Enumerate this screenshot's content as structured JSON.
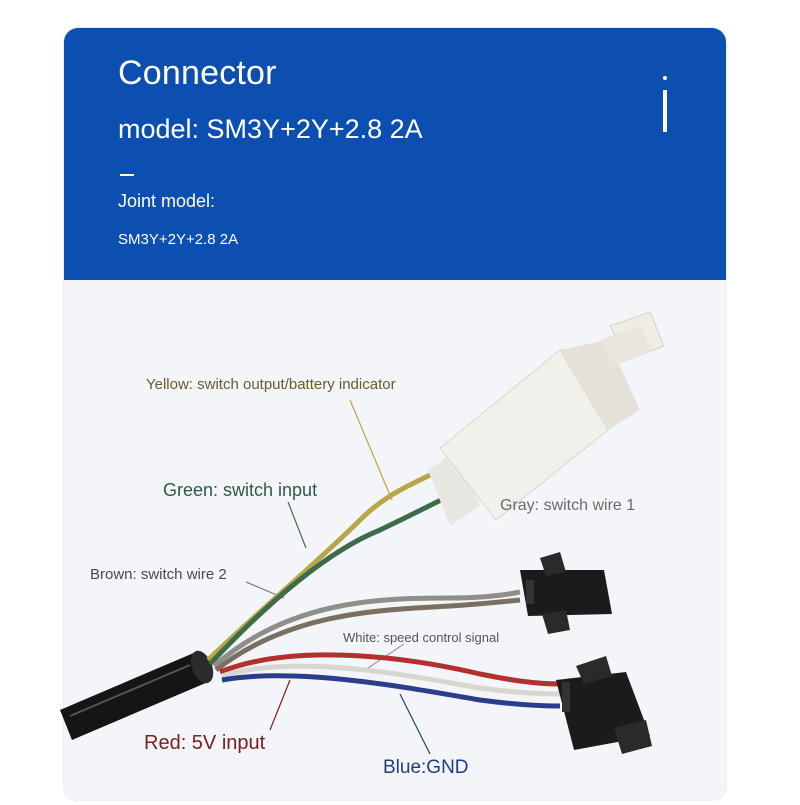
{
  "header": {
    "title": "Connector",
    "model": "model: SM3Y+2Y+2.8 2A",
    "joint_label": "Joint model:",
    "joint_value": "SM3Y+2Y+2.8 2A",
    "info_icon": "info-icon",
    "background_color": "#0d4fb0"
  },
  "diagram": {
    "labels": {
      "yellow": "Yellow: switch output/battery indicator",
      "green": "Green: switch input",
      "gray": "Gray: switch wire 1",
      "brown": "Brown: switch wire 2",
      "white": "White: speed control signal",
      "red": "Red: 5V input",
      "blue": "Blue:GND"
    },
    "wire_colors": {
      "yellow": "#b8a648",
      "green": "#3e6c4a",
      "gray": "#8e8e8a",
      "brown": "#7a7060",
      "white": "#d8d6d0",
      "red": "#b33030",
      "blue": "#2c3e8a"
    }
  }
}
